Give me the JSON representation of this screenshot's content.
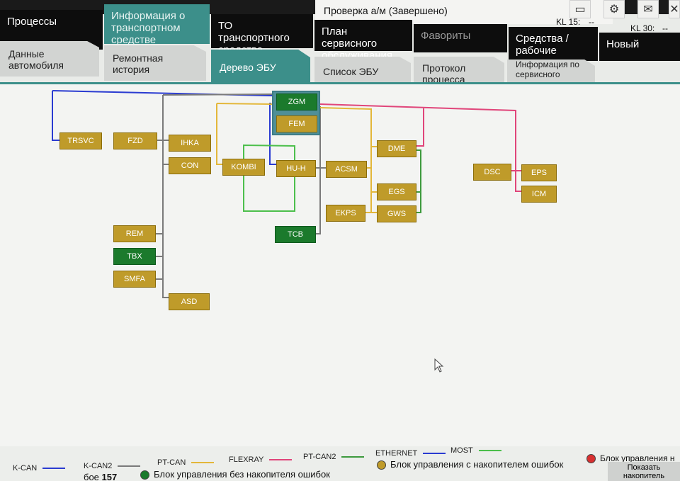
{
  "status": {
    "title": "Проверка а/м (Завершено)",
    "kl15_label": "KL 15:",
    "kl15_value": "--",
    "kl30_label": "KL 30:",
    "kl30_value": "--"
  },
  "toolbar": {
    "icons": [
      "document-icon",
      "gear-icon",
      "mail-icon",
      "close-icon"
    ]
  },
  "main_nav": [
    {
      "label": "Процессы"
    },
    {
      "label": "Информация о транспортном средстве"
    },
    {
      "label": "ТО транспортного средства"
    },
    {
      "label": "План сервисного обслуживания"
    },
    {
      "label": "Фавориты"
    },
    {
      "label": "Средства / рабочие жидкости"
    },
    {
      "label": "Новый"
    }
  ],
  "sub_nav": [
    {
      "label": "Данные автомобиля"
    },
    {
      "label": "Ремонтная история"
    },
    {
      "label": "Дерево ЭБУ"
    },
    {
      "label": "Список ЭБУ"
    },
    {
      "label": "Протокол процесса"
    },
    {
      "label": "Информация по сервисного консультировани"
    }
  ],
  "ecus": {
    "zgm": "ZGM",
    "fem": "FEM",
    "trsvc": "TRSVC",
    "fzd": "FZD",
    "ihka": "IHKA",
    "con": "CON",
    "kombi": "KOMBI",
    "huh": "HU-H",
    "acsm": "ACSM",
    "dme": "DME",
    "egs": "EGS",
    "ekps": "EKPS",
    "gws": "GWS",
    "dsc": "DSC",
    "eps": "EPS",
    "icm": "ICM",
    "rem": "REM",
    "tbx": "TBX",
    "smfa": "SMFA",
    "asd": "ASD",
    "tcb": "TCB"
  },
  "colors": {
    "kcan": "#2a3bd1",
    "kcan2": "#7a7a7a",
    "ptcan": "#e3b73a",
    "flexray": "#e0457a",
    "ptcan2": "#4aa84a",
    "ethernet": "#2a3bd1",
    "most": "#4cbf4c",
    "ecu_error": "#bf9b2a",
    "ecu_ok": "#1b7a2c",
    "accent": "#3c8f8a"
  },
  "legend": {
    "buses": [
      {
        "label": "K-CAN"
      },
      {
        "label": "K-CAN2"
      },
      {
        "label": "PT-CAN"
      },
      {
        "label": "FLEXRAY"
      },
      {
        "label": "PT-CAN2"
      },
      {
        "label": "ETHERNET"
      },
      {
        "label": "MOST"
      }
    ],
    "count_prefix": "бое",
    "count": "157",
    "no_fault": "Блок управления без накопителя ошибок",
    "with_fault": "Блок управления с накопителем ошибок",
    "unresponsive": "Блок управления н",
    "show_button": "Показать накопитель"
  }
}
